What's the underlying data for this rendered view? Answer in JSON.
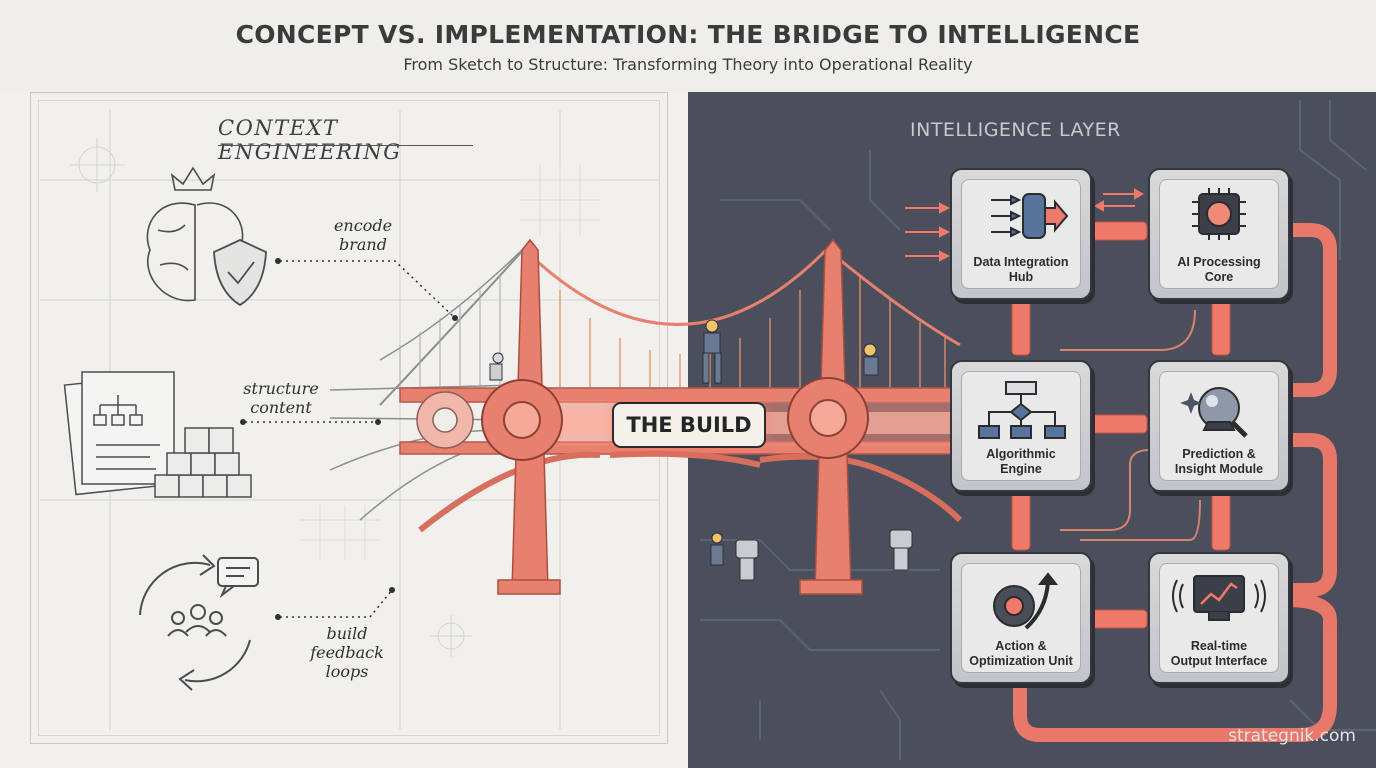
{
  "header": {
    "title": "CONCEPT VS. IMPLEMENTATION: THE BRIDGE TO INTELLIGENCE",
    "subtitle": "From Sketch to Structure: Transforming Theory into Operational Reality"
  },
  "left": {
    "title": "CONTEXT ENGINEERING",
    "annotations": {
      "encode": [
        "encode",
        "brand"
      ],
      "structure": [
        "structure",
        "content"
      ],
      "feedback": [
        "build",
        "feedback",
        "loops"
      ]
    }
  },
  "center": {
    "label": "THE BUILD"
  },
  "right": {
    "title": "INTELLIGENCE LAYER",
    "modules": {
      "data": [
        "Data Integration",
        "Hub"
      ],
      "ai": [
        "AI Processing",
        "Core"
      ],
      "algo": [
        "Algorithmic",
        "Engine"
      ],
      "predict": [
        "Prediction &",
        "Insight Module"
      ],
      "action": [
        "Action &",
        "Optimization Unit"
      ],
      "output": [
        "Real-time",
        "Output Interface"
      ]
    }
  },
  "colors": {
    "accent": "#f07a6a",
    "bridge": "#e8806f",
    "dark_panel": "#4a4f5b",
    "sketch_bg": "#f1f0ec"
  },
  "footer": {
    "watermark": "strategnik.com"
  }
}
